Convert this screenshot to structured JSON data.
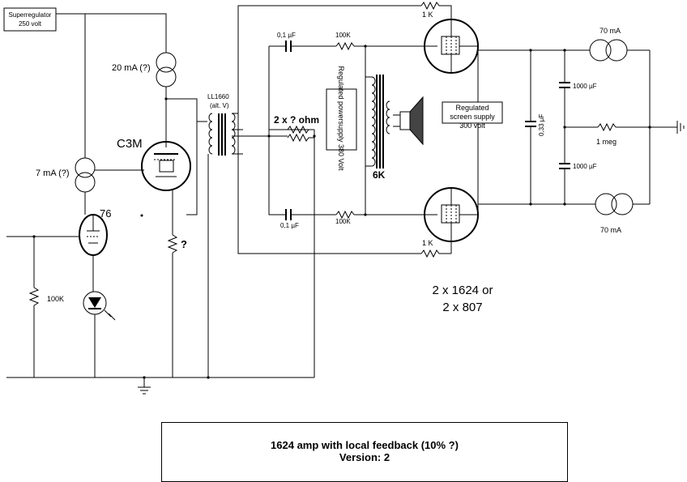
{
  "superregulator": {
    "line1": "Superregulator",
    "line2": "250 volt"
  },
  "labels": {
    "cs_20ma": "20 mA (?)",
    "cs_7ma": "7 mA (?)",
    "c3m": "C3M",
    "tube76": "76",
    "transformer": "LL1660",
    "transformer_sub": "(alt. V)",
    "res_cathode": "?",
    "res_100k_left": "100K",
    "cap_top": "0,1 µF",
    "cap_bottom": "0,1 µF",
    "res_top_100k": "100K",
    "res_bottom_100k": "100K",
    "res_2x_ohm": "2 x ? ohm",
    "fb_top": "1 K",
    "fb_bottom": "1 K",
    "psu_vertical": "Regulated powersupply 380 Volt",
    "output_imp": "6K",
    "screen_supply_1": "Regulated",
    "screen_supply_2": "screen supply",
    "screen_supply_3": "300 volt",
    "cap_033": "0,33 µF",
    "cap_1000_top": "1000 µF",
    "cap_1000_bottom": "1000 µF",
    "res_1meg": "1 meg",
    "cs_70ma_top": "70 mA",
    "cs_70ma_bottom": "70 mA",
    "tubes_1": "2 x 1624 or",
    "tubes_2": "2 x 807"
  },
  "title": {
    "line1": "1624 amp with local feedback (10% ?)",
    "line2": "Version: 2"
  }
}
